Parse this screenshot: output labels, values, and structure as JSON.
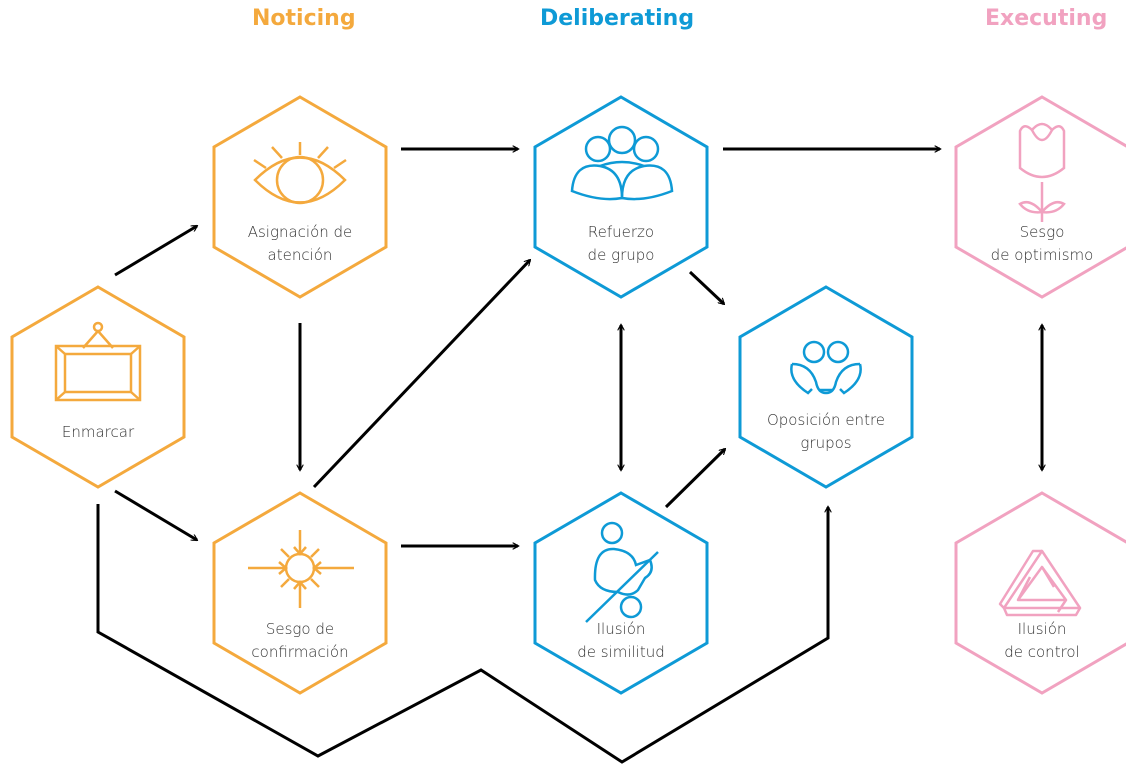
{
  "headers": {
    "noticing": "Noticing",
    "deliberating": "Deliberating",
    "executing": "Executing"
  },
  "nodes": {
    "enmarcar": {
      "line1": "Enmarcar",
      "line2": ""
    },
    "asignacion": {
      "line1": "Asignación de",
      "line2": "atención"
    },
    "confirmacion": {
      "line1": "Sesgo de",
      "line2": "confirmación"
    },
    "refuerzo": {
      "line1": "Refuerzo",
      "line2": "de grupo"
    },
    "similitud": {
      "line1": "Ilusión",
      "line2": "de similitud"
    },
    "oposicion": {
      "line1": "Oposición entre",
      "line2": "grupos"
    },
    "optimismo": {
      "line1": "Sesgo",
      "line2": "de optimismo"
    },
    "control": {
      "line1": "Ilusión",
      "line2": "de control"
    }
  },
  "colors": {
    "noticing": "#f4a93d",
    "deliberating": "#0e9ad6",
    "executing": "#f1a2c0",
    "arrow": "#000000"
  },
  "icons": {
    "enmarcar": "picture-frame-icon",
    "asignacion": "eye-icon",
    "confirmacion": "target-sun-icon",
    "refuerzo": "group-people-icon",
    "similitud": "person-illusion-icon",
    "oposicion": "opposing-groups-icon",
    "optimismo": "tulip-flower-icon",
    "control": "impossible-triangle-icon"
  }
}
